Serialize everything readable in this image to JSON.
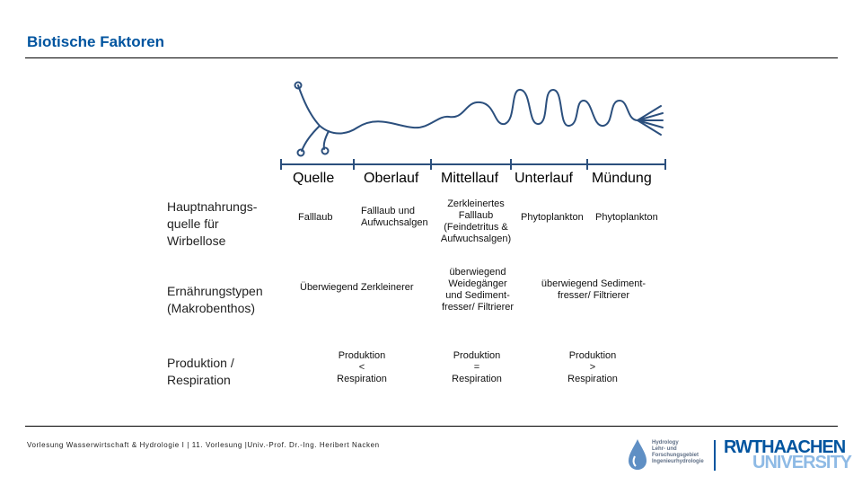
{
  "header": {
    "title": "Biotische Faktoren"
  },
  "segments": [
    "Quelle",
    "Oberlauf",
    "Mittellauf",
    "Unterlauf",
    "Mündung"
  ],
  "rows": {
    "hauptnahrung": {
      "label": [
        "Hauptnahrungs-",
        "quelle für",
        "Wirbellose"
      ],
      "quelle": "Falllaub",
      "oberlauf": [
        "Falllaub und",
        "Aufwuchsalgen"
      ],
      "mittellauf": [
        "Zerkleinertes",
        "Falllaub",
        "(Feindetritus &",
        "Aufwuchsalgen)"
      ],
      "unterlauf": "Phytoplankton",
      "muendung": "Phytoplankton"
    },
    "ernaehrung": {
      "label": [
        "Ernährungstypen",
        "(Makrobenthos)"
      ],
      "oberlauf": "Überwiegend Zerkleinerer",
      "mittellauf": [
        "überwiegend",
        "Weidegänger",
        "und Sediment-",
        "fresser/ Filtrierer"
      ],
      "unterlauf": [
        "überwiegend Sediment-",
        "fresser/ Filtrierer"
      ]
    },
    "produktion": {
      "label": [
        "Produktion /",
        "Respiration"
      ],
      "oberlauf": [
        "Produktion",
        "<",
        "Respiration"
      ],
      "mittellauf": [
        "Produktion",
        "=",
        "Respiration"
      ],
      "unterlauf": [
        "Produktion",
        ">",
        "Respiration"
      ]
    }
  },
  "footer": {
    "text": "Vorlesung Wasserwirtschaft & Hydrologie I | 11. Vorlesung |Univ.-Prof. Dr.-Ing. Heribert Nacken"
  },
  "logos": {
    "institute": [
      "Hydrology",
      "Lehr- und",
      "Forschungsgebiet",
      "Ingenieurhydrologie"
    ],
    "rwth": [
      "RWTHAACHEN",
      "UNIVERSITY"
    ]
  },
  "colors": {
    "accent": "#00549f",
    "river": "#2b4f7d",
    "rwth_light": "#8ebae5"
  }
}
